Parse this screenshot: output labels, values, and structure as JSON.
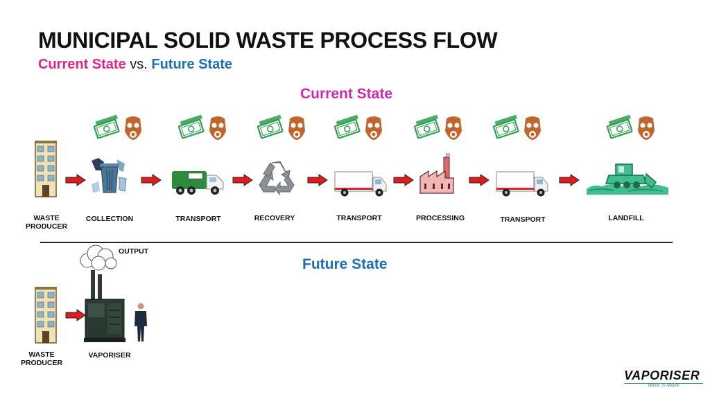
{
  "title": "MUNICIPAL SOLID WASTE PROCESS FLOW",
  "subtitle": {
    "current": "Current State",
    "vs": " vs. ",
    "future": "Future State",
    "current_color": "#e0248a",
    "future_color": "#1a6fb5"
  },
  "current_state": {
    "heading": "Current State",
    "heading_color": "#cc29b6",
    "steps": [
      {
        "label_lines": [
          "WASTE",
          "PRODUCER"
        ],
        "icon": "building-icon"
      },
      {
        "label_lines": [
          "COLLECTION"
        ],
        "icon": "trash-bin-icon"
      },
      {
        "label_lines": [
          "TRANSPORT"
        ],
        "icon": "garbage-truck-icon"
      },
      {
        "label_lines": [
          "RECOVERY"
        ],
        "icon": "recycle-icon"
      },
      {
        "label_lines": [
          "TRANSPORT"
        ],
        "icon": "truck-icon"
      },
      {
        "label_lines": [
          "PROCESSING"
        ],
        "icon": "factory-icon"
      },
      {
        "label_lines": [
          "TRANSPORT"
        ],
        "icon": "truck-icon"
      },
      {
        "label_lines": [
          "LANDFILL"
        ],
        "icon": "bulldozer-icon"
      }
    ]
  },
  "future_state": {
    "heading": "Future State",
    "heading_color": "#1a6fb5",
    "output_label": "OUTPUT",
    "steps": [
      {
        "label_lines": [
          "WASTE",
          "PRODUCER"
        ],
        "icon": "building-icon"
      },
      {
        "label_lines": [
          "VAPORISER"
        ],
        "icon": "vaporiser-machine-icon"
      }
    ]
  },
  "logo": {
    "name": "VAPORISER",
    "tagline": "Waste To Nature"
  },
  "colors": {
    "arrow": "#e01b1b",
    "money": "#2e9e4f",
    "gas_mask": "#c0662d",
    "landfill": "#3fbf8f"
  }
}
